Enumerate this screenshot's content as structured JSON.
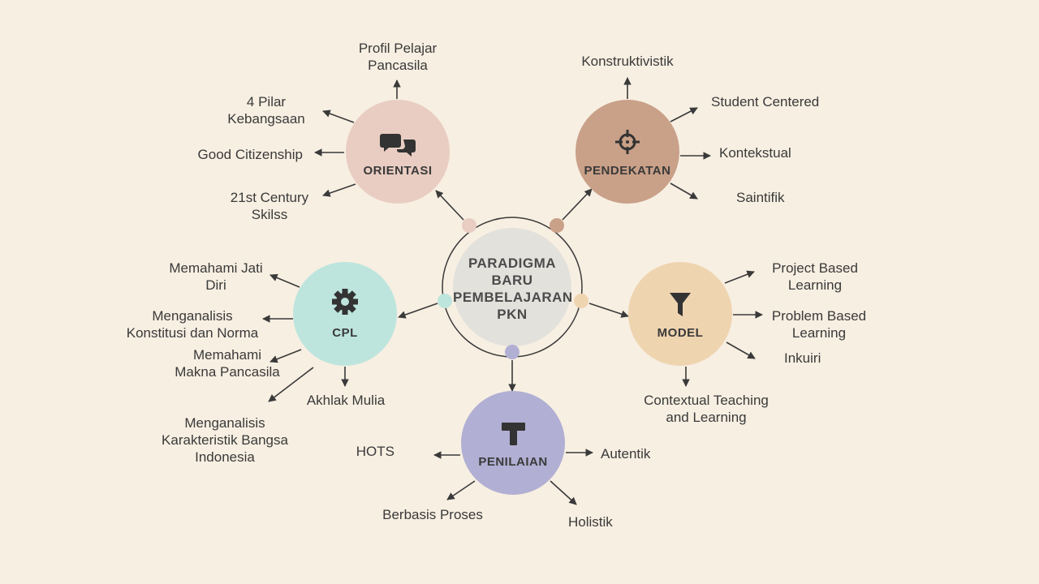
{
  "colors": {
    "background": "#f7efe2",
    "center": "#e3e1dc",
    "orientasi": "#e9cdc2",
    "pendekatan": "#c9a088",
    "model": "#efd4b0",
    "penilaian": "#b1afd3",
    "cpl": "#bde5dd",
    "text": "#3a3a3a"
  },
  "center": {
    "title": "PARADIGMA\nBARU\nPEMBELAJARAN\nPKN"
  },
  "nodes": {
    "orientasi": {
      "title": "ORIENTASI",
      "icon": "chat-bubbles-icon",
      "items": [
        "Profil Pelajar\nPancasila",
        "4 Pilar\nKebangsaan",
        "Good Citizenship",
        "21st Century\nSkilss"
      ]
    },
    "pendekatan": {
      "title": "PENDEKATAN",
      "icon": "crosshair-icon",
      "items": [
        "Konstruktivistik",
        "Student Centered",
        "Kontekstual",
        "Saintifik"
      ]
    },
    "model": {
      "title": "MODEL",
      "icon": "filter-icon",
      "items": [
        "Project Based\nLearning",
        "Problem Based\nLearning",
        "Inkuiri",
        "Contextual Teaching\nand Learning"
      ]
    },
    "penilaian": {
      "title": "PENILAIAN",
      "icon": "t-tool-icon",
      "items": [
        "HOTS",
        "Autentik",
        "Berbasis Proses",
        "Holistik"
      ]
    },
    "cpl": {
      "title": "CPL",
      "icon": "gear-icon",
      "items": [
        "Memahami Jati\nDiri",
        "Menganalisis\nKonstitusi dan Norma",
        "Memahami\nMakna Pancasila",
        "Akhlak Mulia",
        "Menganalisis\nKarakteristik Bangsa\nIndonesia"
      ]
    }
  }
}
